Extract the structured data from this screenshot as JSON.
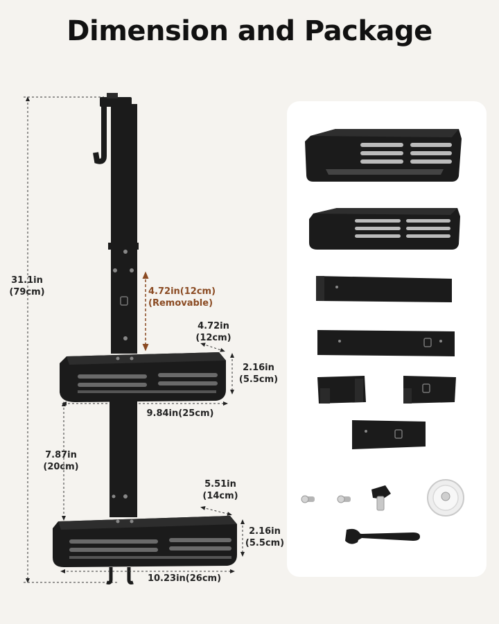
{
  "page": {
    "title": "Dimension and Package"
  },
  "dimensions": {
    "total_height": {
      "in": "31.1in",
      "cm": "(79cm)"
    },
    "removable": {
      "in": "4.72in(12cm)",
      "note": "(Removable)"
    },
    "top_depth": {
      "in": "4.72in",
      "cm": "(12cm)"
    },
    "top_height": {
      "in": "2.16in",
      "cm": "(5.5cm)"
    },
    "top_width": {
      "value": "9.84in(25cm)"
    },
    "spacing": {
      "in": "7.87in",
      "cm": "(20cm)"
    },
    "bottom_depth": {
      "in": "5.51in",
      "cm": "(14cm)"
    },
    "bottom_height": {
      "in": "2.16in",
      "cm": "(5.5cm)"
    },
    "bottom_width": {
      "value": "10.23in(26cm)"
    }
  },
  "colors": {
    "accent": "#8a4a22",
    "product": "#1b1b1b",
    "panel": "#ffffff",
    "background": "#f5f3ef"
  },
  "package_items": [
    "large-basket",
    "small-basket",
    "rail-long-1",
    "rail-long-2",
    "bracket-left",
    "bracket-right",
    "bracket-center",
    "screw-1",
    "screw-2",
    "knob-screw",
    "suction-disc",
    "wrench"
  ]
}
